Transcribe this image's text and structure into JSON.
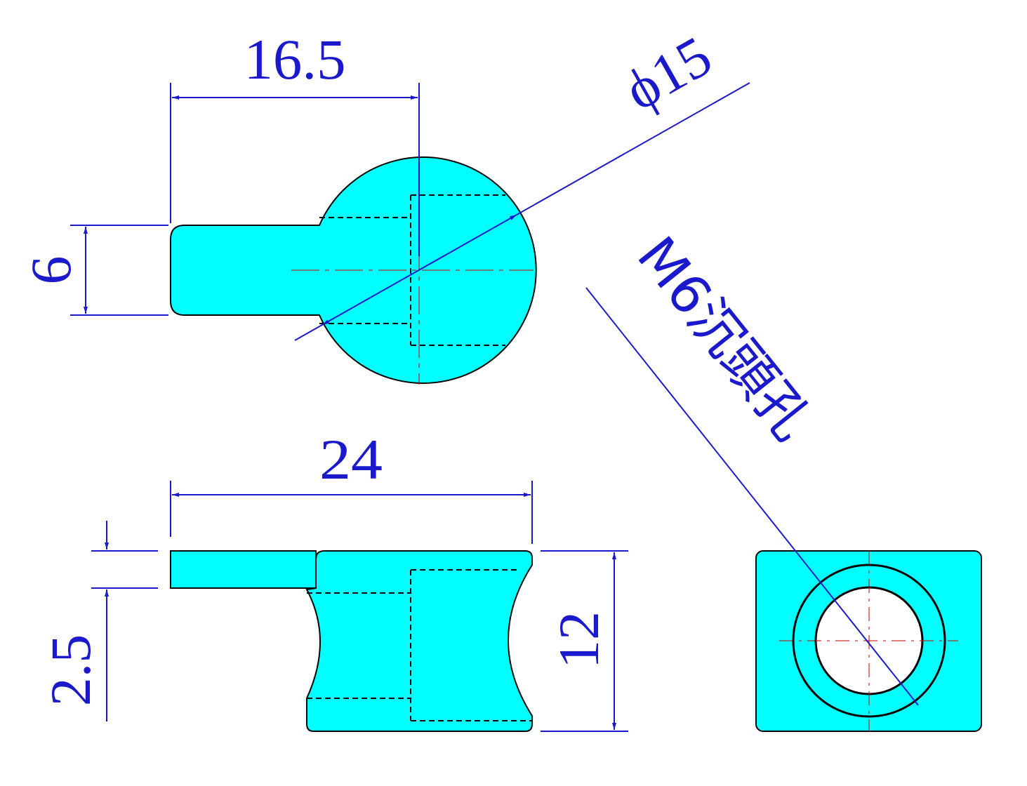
{
  "drawing": {
    "colors": {
      "part_fill": "#00ffff",
      "dimension": "#1a1acc",
      "outline": "#000000",
      "centerline": "#cc0000"
    },
    "top_view": {
      "dim_length": "16.5",
      "dim_width": "6",
      "dim_diameter": "ϕ15"
    },
    "front_view": {
      "dim_length": "24",
      "dim_height": "12",
      "dim_plate": "2.5"
    },
    "side_view": {
      "hole_note": "M6沉頭孔"
    }
  }
}
